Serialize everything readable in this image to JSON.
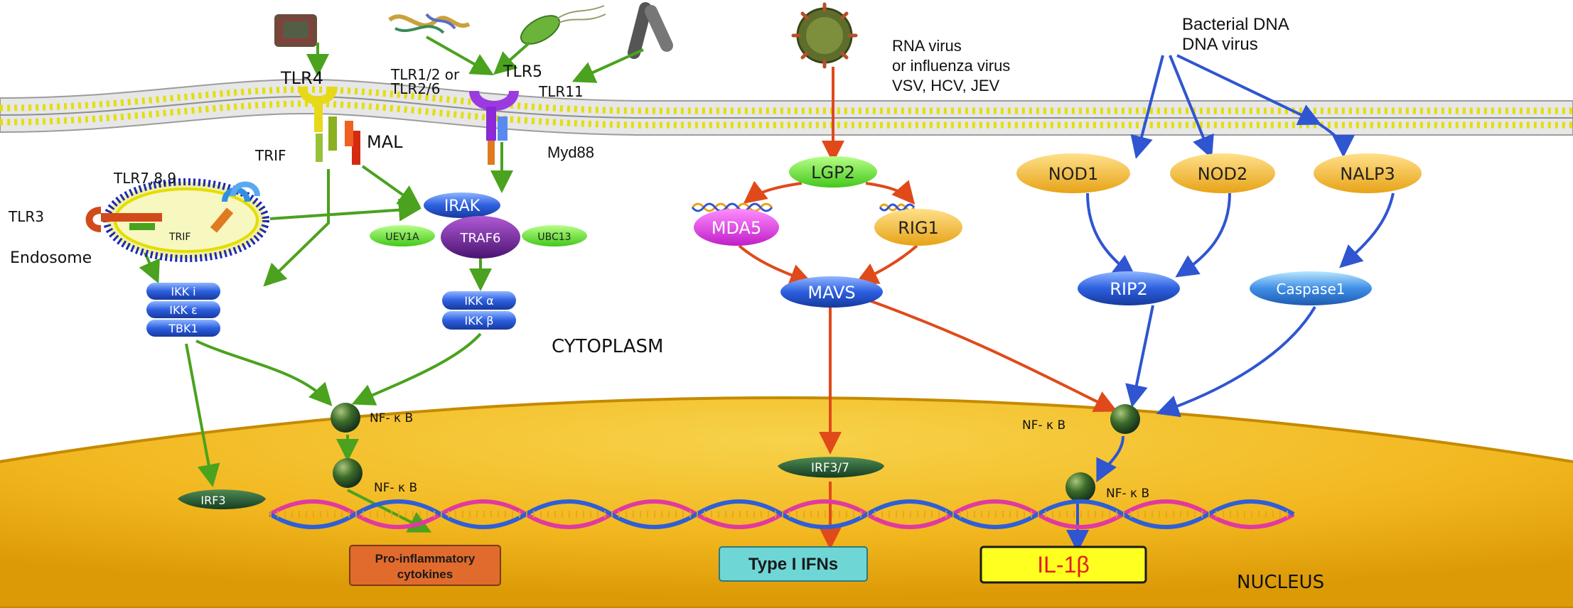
{
  "colors": {
    "background": "#ffffff",
    "nucleus": "#f2b71f",
    "nucleus_edge": "#d99400",
    "membrane": "#d8d8d8",
    "lipid_head": "#e8e600",
    "green_path": "#4aa21e",
    "orange_path": "#e04a1a",
    "blue_path": "#2f55d0"
  },
  "pathogens": {
    "rna_virus_lines": [
      "RNA virus",
      "or influenza virus",
      "VSV, HCV, JEV"
    ],
    "dna_lines": [
      "Bacterial DNA",
      "DNA virus"
    ]
  },
  "receptors": {
    "tlr4": "TLR4",
    "tlr12_lines": [
      "TLR1/2 or",
      "TLR2/6"
    ],
    "tlr5": "TLR5",
    "tlr11": "TLR11",
    "mal": "MAL",
    "trif": "TRIF",
    "myd88": "Myd88",
    "tlr789": "TLR7,8,9",
    "tlr3": "TLR3",
    "trif_endo": "TRIF",
    "endosome": "Endosome"
  },
  "nodes": {
    "irak": "IRAK",
    "uev1a": "UEV1A",
    "traf6": "TRAF6",
    "ubc13": "UBC13",
    "ikki": "IKK i",
    "ikke": "IKK ε",
    "tbk1": "TBK1",
    "ikka": "IKK α",
    "ikkb": "IKK β",
    "lgp2": "LGP2",
    "mda5": "MDA5",
    "rig1": "RIG1",
    "mavs": "MAVS",
    "nod1": "NOD1",
    "nod2": "NOD2",
    "nalp3": "NALP3",
    "rip2": "RIP2",
    "caspase1": "Caspase1",
    "nfkb": "NF- κ B",
    "irf3": "IRF3",
    "irf37": "IRF3/7"
  },
  "compartments": {
    "cytoplasm": "CYTOPLASM",
    "nucleus": "NUCLEUS"
  },
  "outputs": {
    "cytokines_lines": [
      "Pro-inflammatory",
      "cytokines"
    ],
    "ifn": "Type I IFNs",
    "il1b": "IL-1β"
  }
}
